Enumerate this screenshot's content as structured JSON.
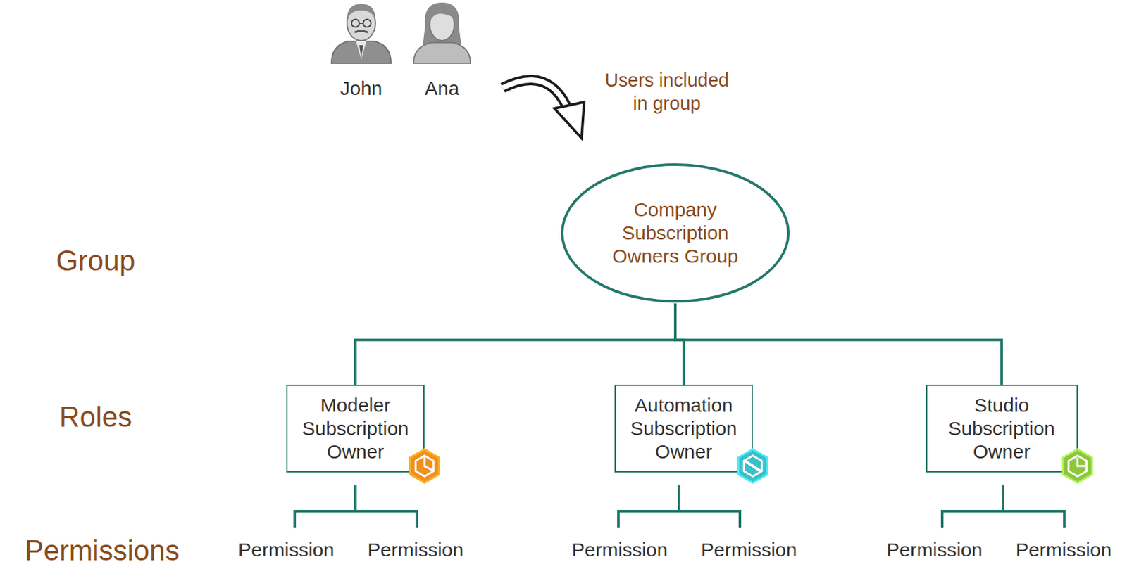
{
  "diagram": {
    "nodes": [
      {
        "text": [
          "Company Subscription Owners Group"
        ]
      },
      {
        "text": [
          "Modeler Subscription Owner"
        ]
      },
      {
        "text": [
          "Automation Subscription Owner"
        ]
      },
      {
        "text": [
          "Studio Subscription Owner"
        ]
      }
    ],
    "edges": [
      {
        "from": 0,
        "to": 1,
        "arrow": "none"
      },
      {
        "from": 0,
        "to": 2,
        "arrow": "none"
      },
      {
        "from": 0,
        "to": 3,
        "arrow": "none"
      }
    ],
    "labels": [
      "John",
      "Ana",
      "Users included in group",
      "Group",
      "Roles",
      "Permissions",
      "Permission",
      "Permission",
      "Permission",
      "Permission",
      "Permission",
      "Permission"
    ]
  }
}
